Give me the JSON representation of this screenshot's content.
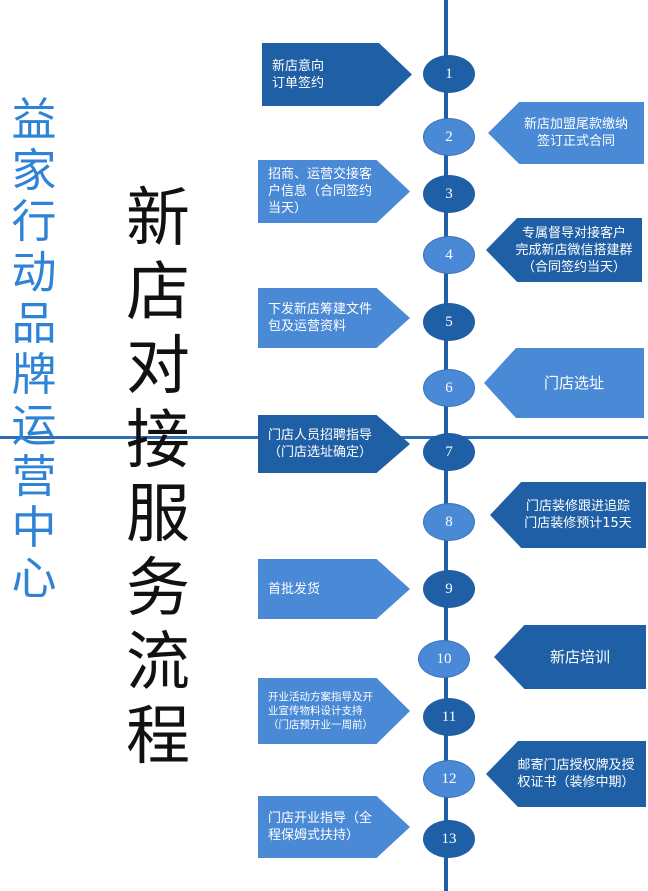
{
  "left_title": "益家行动品牌运营中心",
  "main_title": "新店对接服务流程",
  "steps": [
    {
      "num": "1",
      "text": "新店意向\n订单签约"
    },
    {
      "num": "2",
      "text": "新店加盟尾款缴纳\n签订正式合同"
    },
    {
      "num": "3",
      "text": "招商、运营交接客\n户信息（合同签约\n当天）"
    },
    {
      "num": "4",
      "text": "专属督导对接客户\n完成新店微信搭建群\n（合同签约当天）"
    },
    {
      "num": "5",
      "text": "下发新店筹建文件\n包及运营资料"
    },
    {
      "num": "6",
      "text": "门店选址"
    },
    {
      "num": "7",
      "text": "门店人员招聘指导\n（门店选址确定）"
    },
    {
      "num": "8",
      "text": "门店装修跟进追踪\n门店装修预计15天"
    },
    {
      "num": "9",
      "text": "首批发货"
    },
    {
      "num": "10",
      "text": "新店培训"
    },
    {
      "num": "11",
      "text": "开业活动方案指导及开\n业宣传物料设计支持\n（门店预开业一周前）"
    },
    {
      "num": "12",
      "text": "邮寄门店授权牌及授\n权证书（装修中期）"
    },
    {
      "num": "13",
      "text": "门店开业指导（全\n程保姆式扶持）"
    }
  ]
}
